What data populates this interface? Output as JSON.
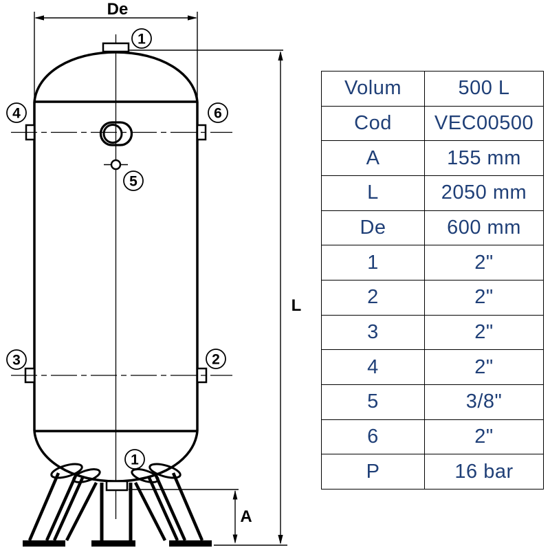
{
  "drawing": {
    "ink_color": "#000000",
    "dim_de_label": "De",
    "dim_l_label": "L",
    "dim_a_label": "A",
    "callouts": [
      {
        "id": "top-connection",
        "label": "1"
      },
      {
        "id": "upper-left-connection",
        "label": "4"
      },
      {
        "id": "upper-right-connection",
        "label": "6"
      },
      {
        "id": "mid-connection",
        "label": "5"
      },
      {
        "id": "lower-left-connection",
        "label": "3"
      },
      {
        "id": "lower-right-connection",
        "label": "2"
      },
      {
        "id": "bottom-connection",
        "label": "1"
      }
    ]
  },
  "spec_table": {
    "text_color": "#1f3f77",
    "border_color": "#000000",
    "rows": [
      {
        "label": "Volum",
        "value": "500 L"
      },
      {
        "label": "Cod",
        "value": "VEC00500"
      },
      {
        "label": "A",
        "value": "155 mm"
      },
      {
        "label": "L",
        "value": "2050 mm"
      },
      {
        "label": "De",
        "value": "600 mm"
      },
      {
        "label": "1",
        "value": "2\""
      },
      {
        "label": "2",
        "value": "2\""
      },
      {
        "label": "3",
        "value": "2\""
      },
      {
        "label": "4",
        "value": "2\""
      },
      {
        "label": "5",
        "value": "3/8\""
      },
      {
        "label": "6",
        "value": "2\""
      },
      {
        "label": "P",
        "value": "16 bar"
      }
    ]
  }
}
